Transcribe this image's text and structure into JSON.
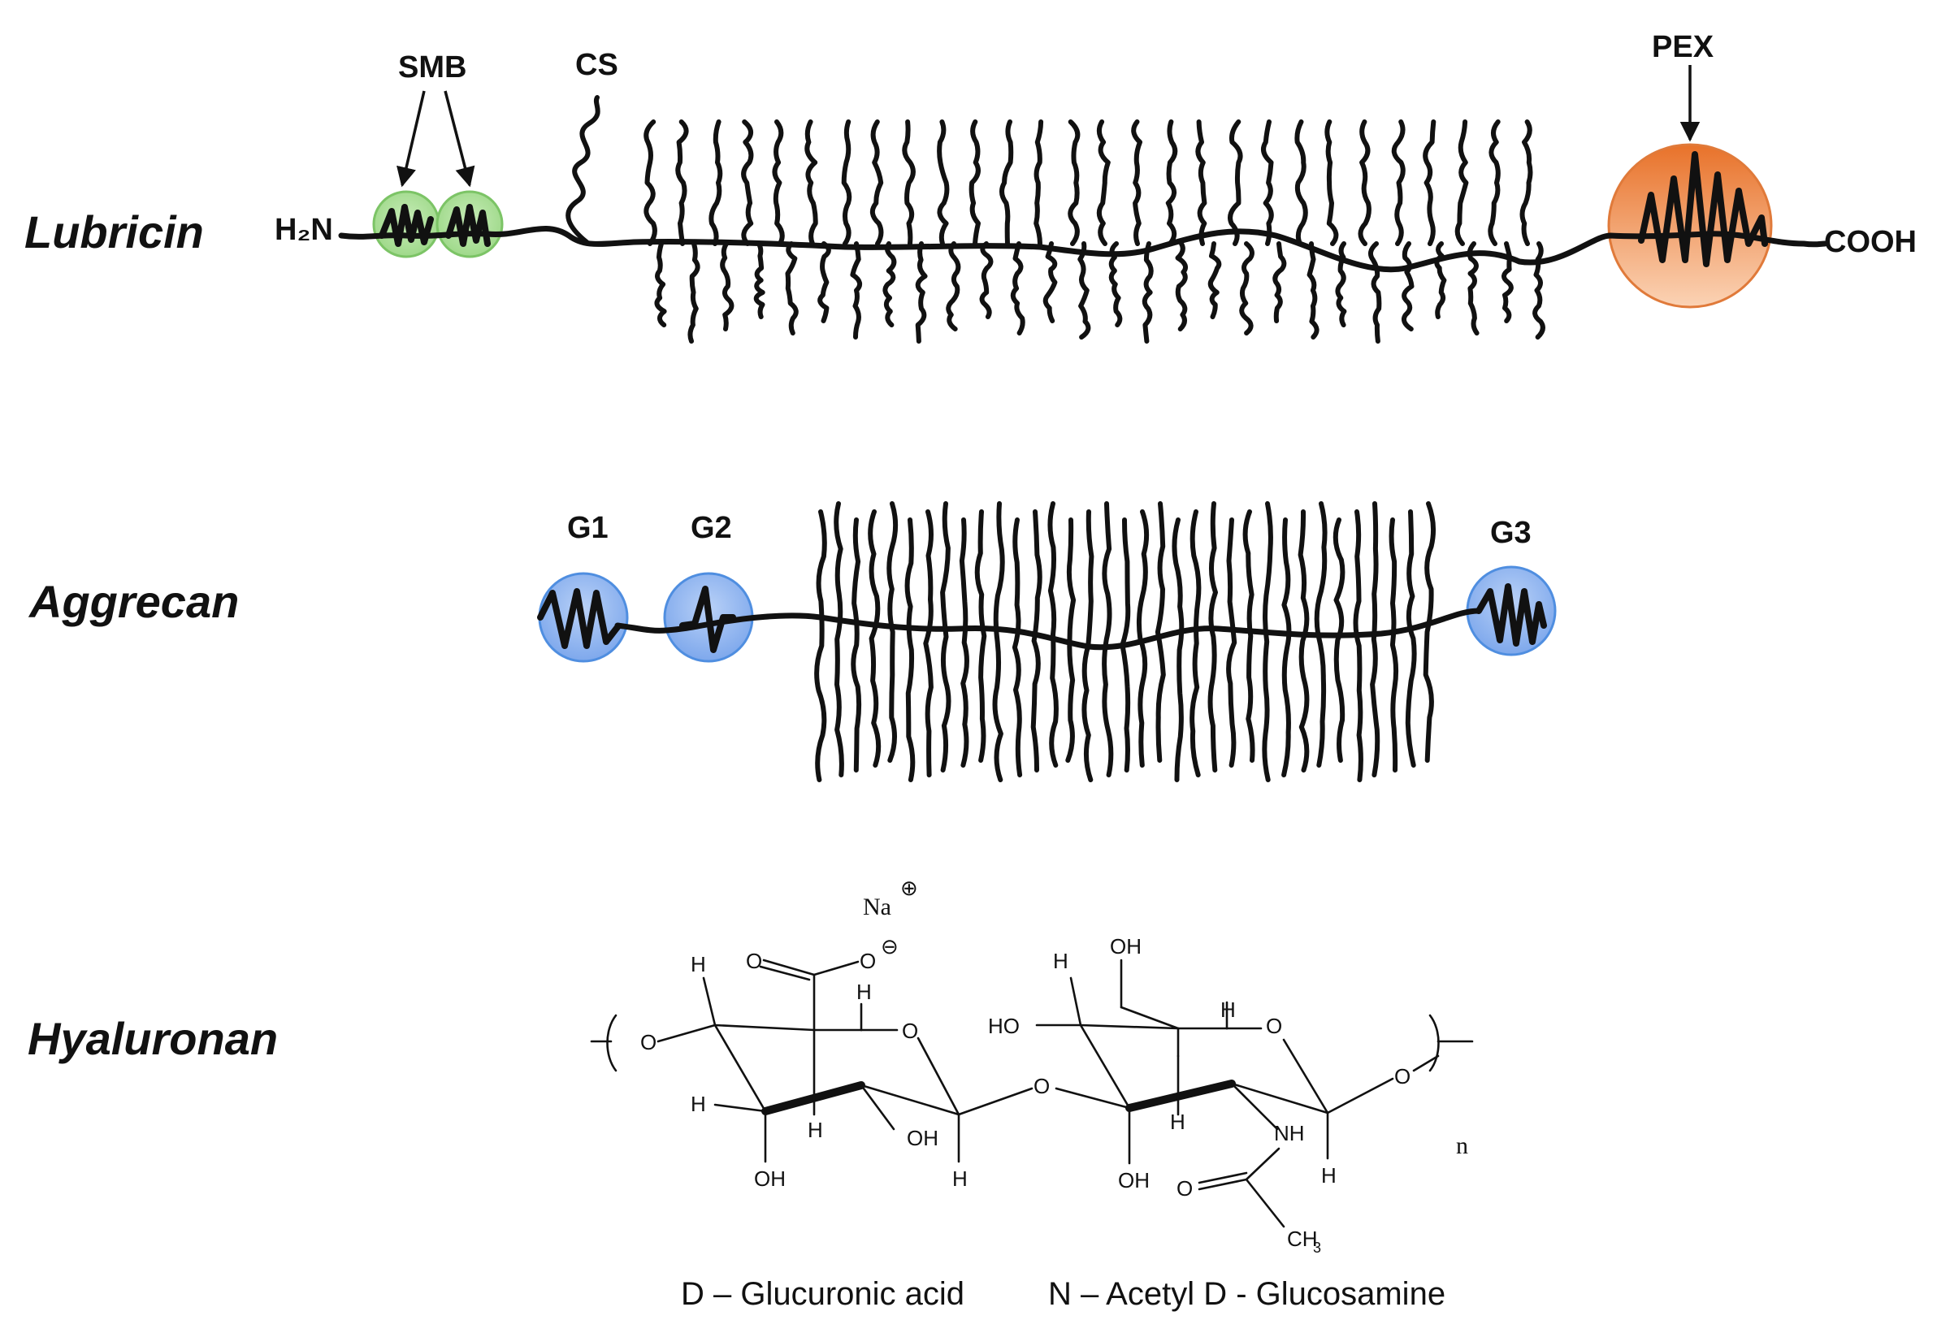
{
  "molecules": {
    "lubricin": {
      "name": "Lubricin",
      "n_terminus": "H₂N",
      "c_terminus": "COOH",
      "smb_label": "SMB",
      "cs_label": "CS",
      "pex_label": "PEX"
    },
    "aggrecan": {
      "name": "Aggrecan",
      "g1_label": "G1",
      "g2_label": "G2",
      "g3_label": "G3"
    },
    "hyaluronan": {
      "name": "Hyaluronan",
      "counter_ion": "Na",
      "repeat_subscript": "n",
      "units": [
        {
          "label": "D – Glucuronic acid"
        },
        {
          "label": "N – Acetyl D - Glucosamine"
        }
      ],
      "atoms": {
        "O": "O",
        "H": "H",
        "OH": "OH",
        "HO": "HO",
        "NH": "NH",
        "CH3": "CH",
        "CH3_sub": "3"
      }
    }
  },
  "colors": {
    "smb_domain": "#9fd98a",
    "smb_domain_edge": "#7cc466",
    "pex_domain_top": "#e8722a",
    "pex_domain_bottom": "#fbd3b5",
    "g_domain": "#8fb4f0",
    "g_domain_edge": "#4f8ee0",
    "ink": "#111111"
  }
}
